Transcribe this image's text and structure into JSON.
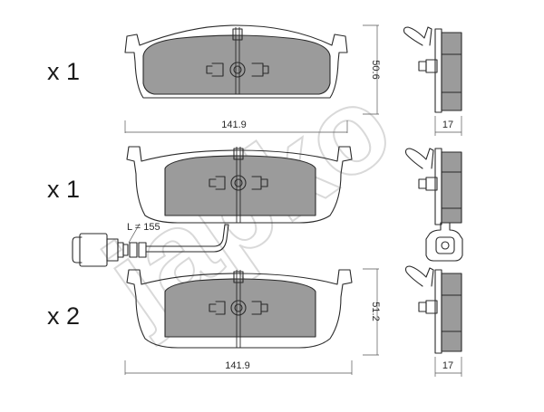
{
  "watermark": "japko",
  "rows": [
    {
      "quantity": "x 1",
      "width": "141.9",
      "height": "50.6",
      "thickness": "17"
    },
    {
      "quantity": "x 1",
      "sensor_label": "L = 155"
    },
    {
      "quantity": "x 2",
      "width": "141.9",
      "height": "51.2",
      "thickness": "17"
    }
  ]
}
